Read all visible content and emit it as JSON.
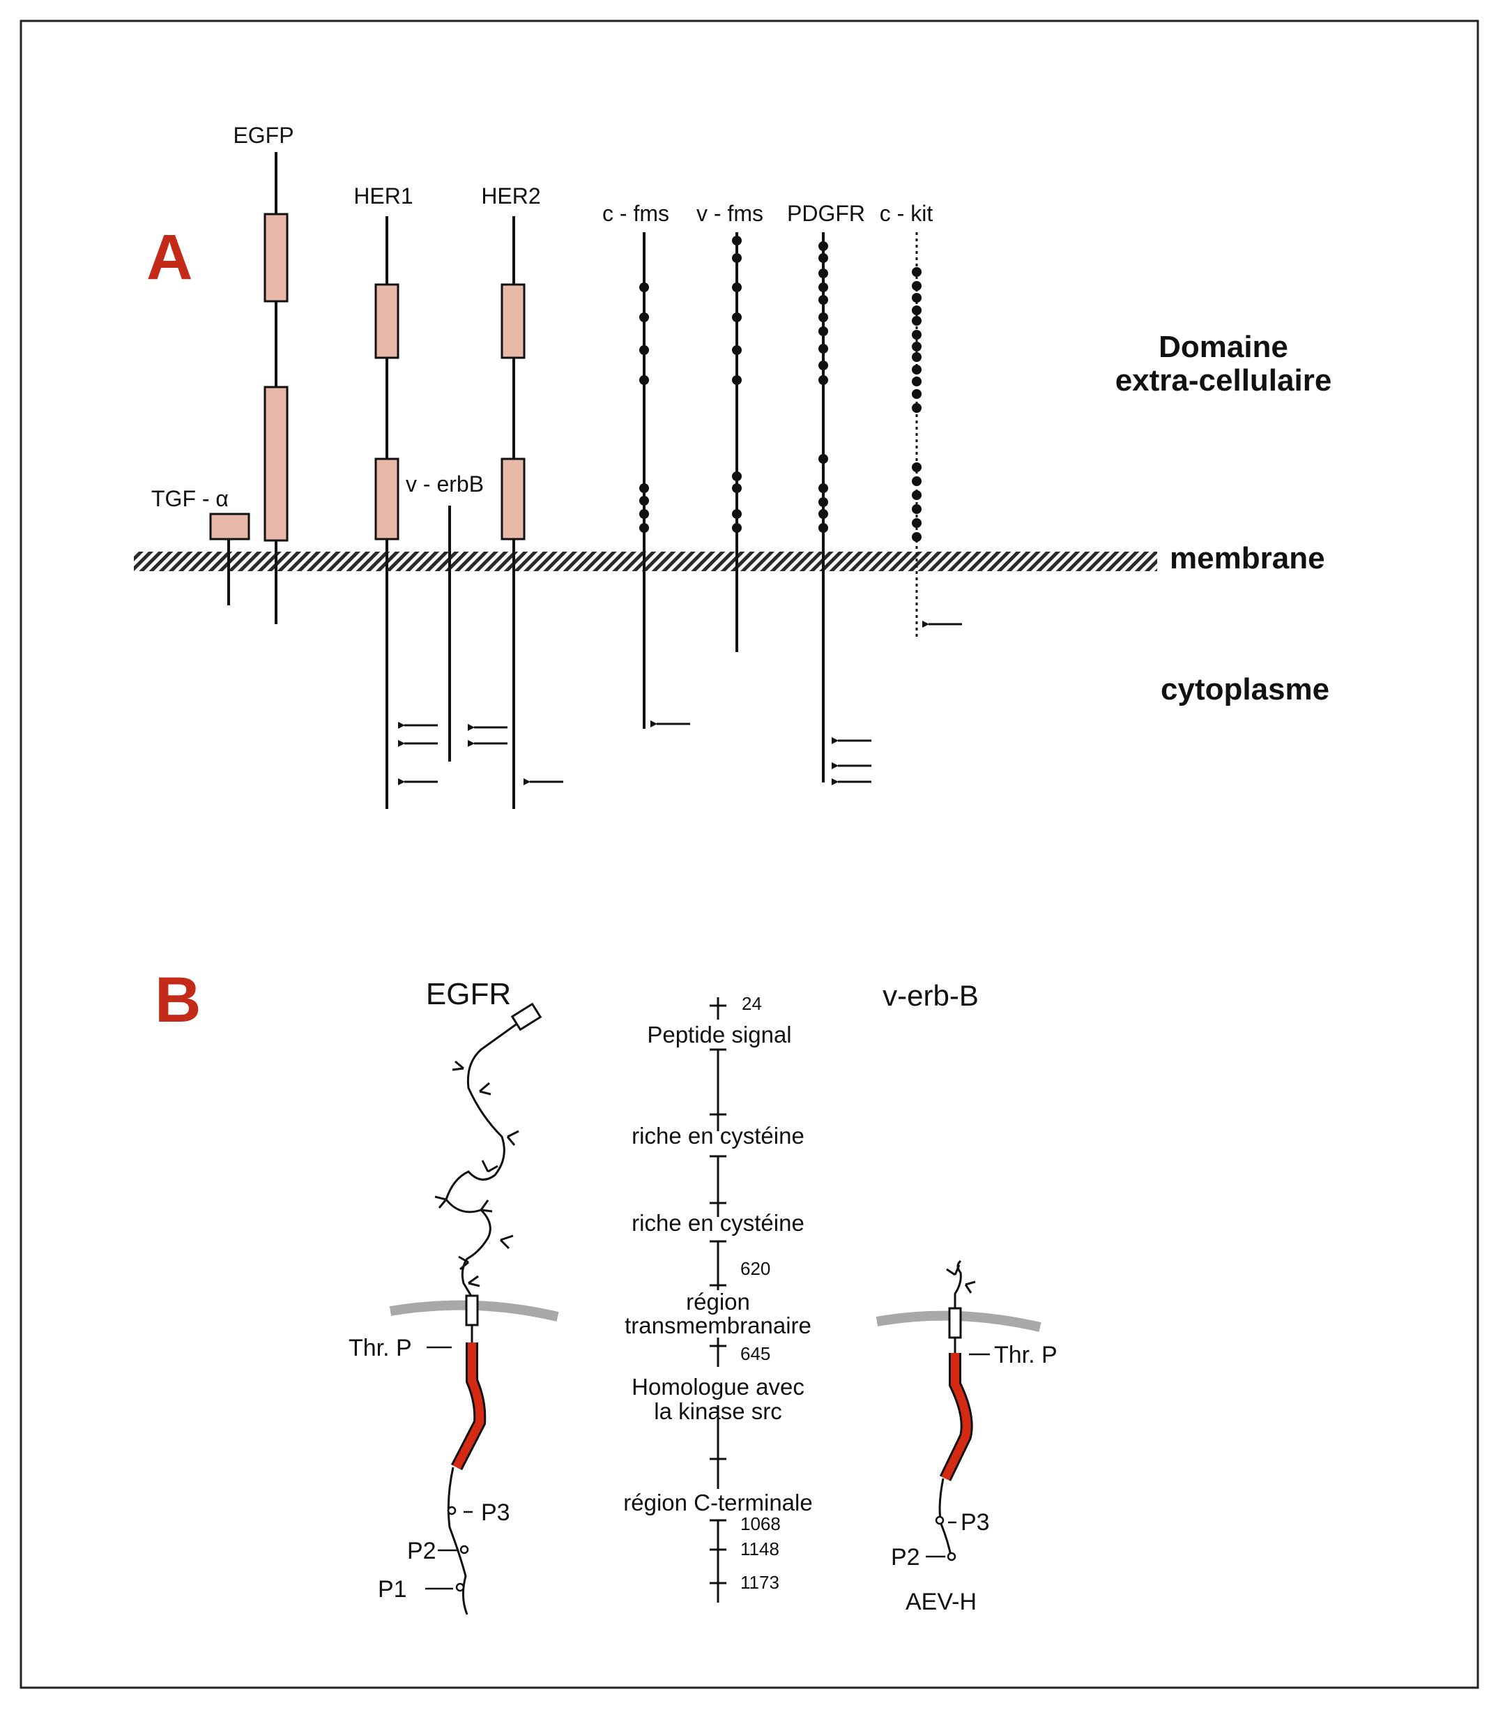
{
  "panel_a": {
    "letter": "A",
    "ligands": {
      "egfp": "EGFP",
      "tgf_alpha": "TGF - α"
    },
    "receptors": {
      "her1": "HER1",
      "her2": "HER2",
      "v_erbb": "v - erbB",
      "c_fms": "c - fms",
      "v_fms": "v - fms",
      "pdgfr": "PDGFR",
      "c_kit": "c - kit"
    },
    "regions": {
      "domain_line1": "Domaine",
      "domain_line2": "extra-cellulaire",
      "membrane": "membrane",
      "cytoplasm": "cytoplasme"
    }
  },
  "panel_b": {
    "letter": "B",
    "egfr_title": "EGFR",
    "verbb_title": "v-erb-B",
    "verbb_strain": "AEV-H",
    "egfr_sites": {
      "thr": "Thr. P",
      "p3": "P3",
      "p2": "P2",
      "p1": "P1"
    },
    "verbb_sites": {
      "thr": "Thr. P",
      "p3": "P3",
      "p2": "P2"
    },
    "domains": {
      "signal_peptide": "Peptide signal",
      "cys_rich_1": "riche en cystéine",
      "cys_rich_2": "riche en cystéine",
      "tm_line1": "région",
      "tm_line2": "transmembranaire",
      "kinase_line1": "Homologue avec",
      "kinase_line2": "la kinase src",
      "c_terminal": "région C-terminale"
    },
    "positions": {
      "p24": "24",
      "p620": "620",
      "p645": "645",
      "p1068": "1068",
      "p1148": "1148",
      "p1173": "1173"
    }
  },
  "colors": {
    "domain_fill": "#e8b8a8",
    "kinase_red": "#d42a14",
    "panel_letter_red": "#c42a18",
    "membrane_grey": "#a8a8a8"
  }
}
